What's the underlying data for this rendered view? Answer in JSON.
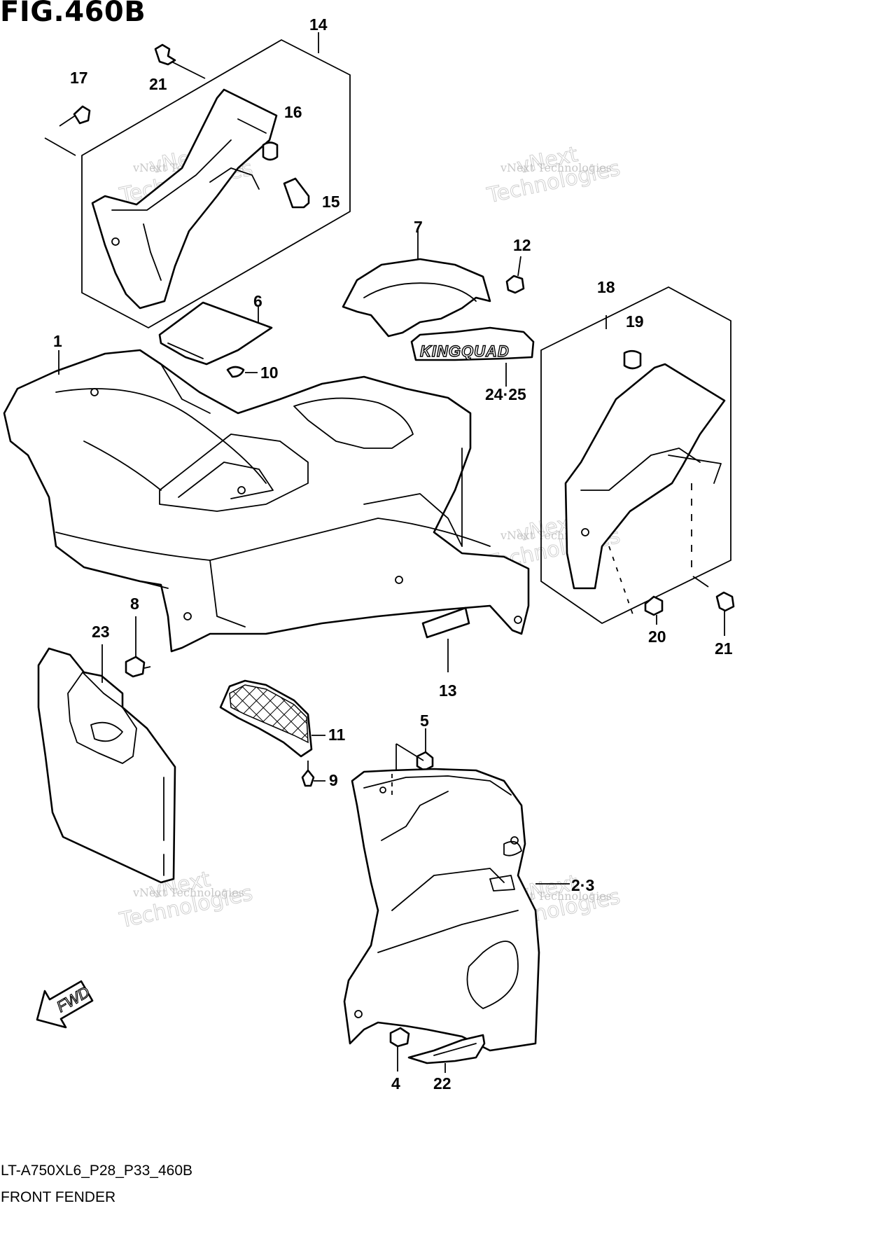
{
  "figure": {
    "title": "FIG.460B",
    "code": "LT-A750XL6_P28_P33_460B",
    "name": "FRONT FENDER"
  },
  "watermark": {
    "line1": "vNext Technologies",
    "line2": "vNext",
    "line3": "Technologies"
  },
  "fwd_badge": "FWD",
  "decal_text": "KINGQUAD",
  "parts": [
    {
      "label": "14"
    },
    {
      "label": "21"
    },
    {
      "label": "17"
    },
    {
      "label": "16"
    },
    {
      "label": "15"
    },
    {
      "label": "7"
    },
    {
      "label": "12"
    },
    {
      "label": "18"
    },
    {
      "label": "19"
    },
    {
      "label": "6"
    },
    {
      "label": "1"
    },
    {
      "label": "10"
    },
    {
      "label": "24·25"
    },
    {
      "label": "8"
    },
    {
      "label": "23"
    },
    {
      "label": "20"
    },
    {
      "label": "21"
    },
    {
      "label": "13"
    },
    {
      "label": "11"
    },
    {
      "label": "5"
    },
    {
      "label": "9"
    },
    {
      "label": "2·3"
    },
    {
      "label": "4"
    },
    {
      "label": "22"
    }
  ]
}
